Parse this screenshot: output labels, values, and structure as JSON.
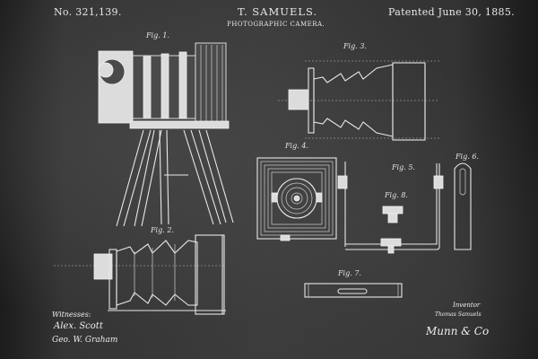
{
  "header": {
    "patent_number": "No. 321,139.",
    "inventor_name": "T. SAMUELS.",
    "invention_title": "PHOTOGRAPHIC CAMERA.",
    "patent_date": "Patented June 30, 1885."
  },
  "figures": [
    {
      "id": "fig1",
      "label": "Fig. 1."
    },
    {
      "id": "fig2",
      "label": "Fig. 2."
    },
    {
      "id": "fig3",
      "label": "Fig. 3."
    },
    {
      "id": "fig4",
      "label": "Fig. 4."
    },
    {
      "id": "fig5",
      "label": "Fig. 5."
    },
    {
      "id": "fig6",
      "label": "Fig. 6."
    },
    {
      "id": "fig7",
      "label": "Fig. 7."
    },
    {
      "id": "fig8",
      "label": "Fig. 8."
    }
  ],
  "witnesses": {
    "heading": "Witnesses:",
    "signatures": [
      "Alex. Scott",
      "Geo. W. Graham"
    ]
  },
  "inventor": {
    "heading": "Inventor",
    "name": "Thomas Samuels",
    "attorney_signature": "Munn & Co"
  },
  "colors": {
    "chalkboard": "#2e2e2e",
    "chalk": "#e8e8e8"
  }
}
